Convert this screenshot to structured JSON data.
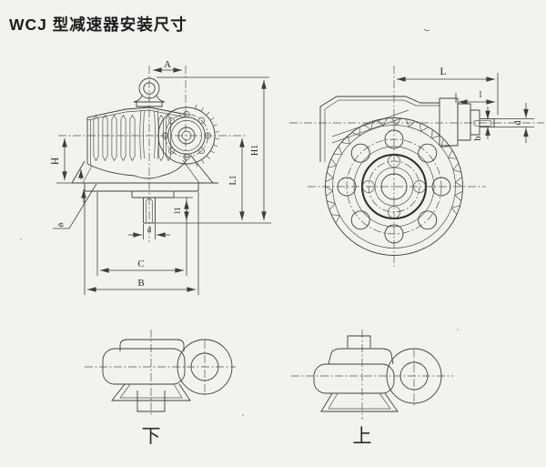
{
  "title": "WCJ 型减速器安装尺寸",
  "front_view": {
    "dim_a": "A",
    "dim_h": "H",
    "dim_h1": "H1",
    "dim_l1": "L1",
    "dim_shaft_len": "l1",
    "dim_shaft_dia": "d",
    "dim_c": "C",
    "dim_b": "B",
    "leader_label": "φ"
  },
  "side_view": {
    "dim_l": "L",
    "dim_l_small": "l",
    "dim_d": "d",
    "dim_b_key": "b"
  },
  "bottom_views": {
    "shaft_down_label": "下",
    "shaft_up_label": "上"
  },
  "colors": {
    "background": "#f4f2ee",
    "line": "#3f3e3c",
    "title_text": "#1c1c1c"
  }
}
